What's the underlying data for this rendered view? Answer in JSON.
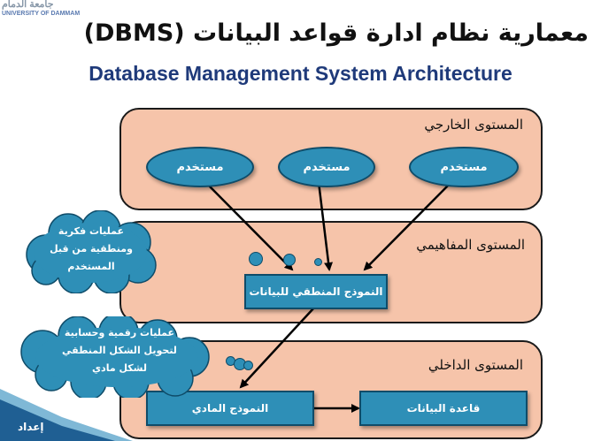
{
  "logo": {
    "arabic": "جامعة الدمام",
    "english": "UNIVERSITY OF DAMMAM"
  },
  "title_ar": "معمارية نظام ادارة قواعد البيانات (DBMS)",
  "title_en": "Database Management System Architecture",
  "levels": {
    "external": "المستوى الخارجي",
    "conceptual": "المستوى المفاهيمي",
    "internal": "المستوى الداخلي"
  },
  "users": [
    "مستخدم",
    "مستخدم",
    "مستخدم"
  ],
  "logical_model": "النموذج المنطقي للبيانات",
  "physical_model": "النموذج المادي",
  "database": "قاعدة البيانات",
  "clouds": {
    "top": [
      "عمليات فكرية",
      "ومنطقية من قبل",
      "المستخدم"
    ],
    "bottom": [
      "عمليات رقمية وحسابية",
      "لتحويل الشكل المنطقي",
      "لشكل مادي"
    ]
  },
  "prepared_by": "إعداد",
  "colors": {
    "level_fill": "#f6c4aa",
    "node_fill": "#2e8fb7",
    "node_border": "#0f4c69",
    "title_en": "#1f3a7a"
  }
}
